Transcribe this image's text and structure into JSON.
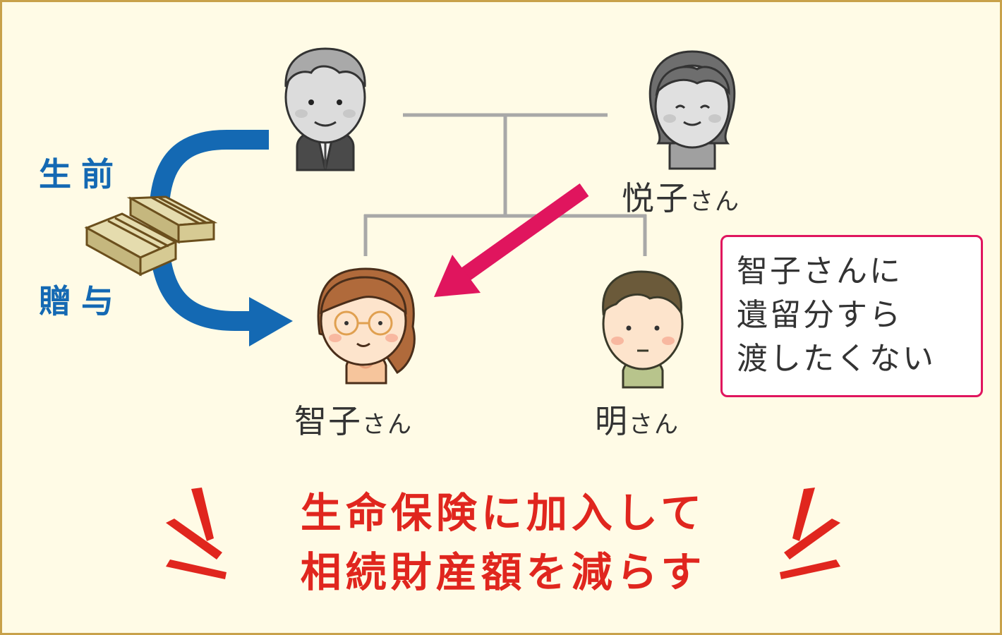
{
  "people": {
    "grandfather": {
      "name": ""
    },
    "etsuko": {
      "name": "悦子",
      "suffix": "さん"
    },
    "tomoko": {
      "name": "智子",
      "suffix": "さん"
    },
    "akira": {
      "name": "明",
      "suffix": "さん"
    }
  },
  "gift_label": {
    "line1": "生前",
    "line2": "贈与"
  },
  "callout": {
    "lines": [
      "智子さんに",
      "遺留分すら",
      "渡したくない"
    ]
  },
  "headline": {
    "line1": "生命保険に加入して",
    "line2": "相続財産額を減らす"
  },
  "colors": {
    "background": "#fffbe6",
    "border": "#c8a14a",
    "gift_arrow": "#1469b3",
    "pink_arrow": "#e0155e",
    "headline": "#e0261e",
    "tree_lines": "#a8a8a8"
  },
  "icons": [
    "grandfather-avatar-icon",
    "grandmother-avatar-icon",
    "woman-glasses-avatar-icon",
    "young-man-avatar-icon",
    "money-bundles-icon"
  ]
}
